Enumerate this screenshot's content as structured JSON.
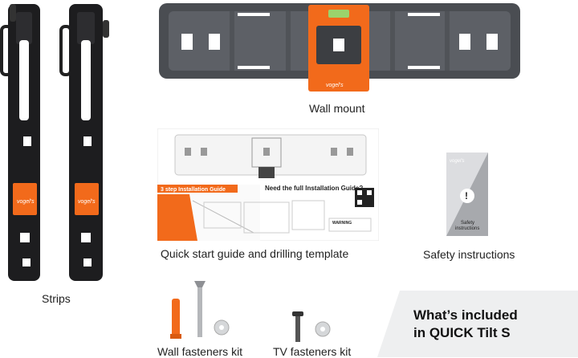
{
  "captions": {
    "wall_mount": "Wall mount",
    "strips": "Strips",
    "guide": "Quick start guide and drilling template",
    "safety": "Safety instructions",
    "wall_fasteners": "Wall fasteners kit",
    "tv_fasteners": "TV fasteners kit"
  },
  "heading": {
    "line1": "What’s included",
    "line2": "in QUICK Tilt S"
  },
  "brand": {
    "logo_text": "vogel's"
  },
  "guide_card": {
    "step_title": "3 step Installation Guide",
    "full_guide_title": "Need the full Installation Guide?",
    "warning_label": "WARNING"
  },
  "safety_card": {
    "label_line1": "Safety",
    "label_line2": "instructions",
    "exclamation": "!"
  },
  "colors": {
    "orange": "#f26a1b",
    "dark_gray": "#4a4d52",
    "black": "#1c1c1e",
    "panel_gray": "#eeeff0"
  },
  "icons": [
    "level-bubble-icon",
    "qr-code-icon",
    "exclamation-icon"
  ]
}
